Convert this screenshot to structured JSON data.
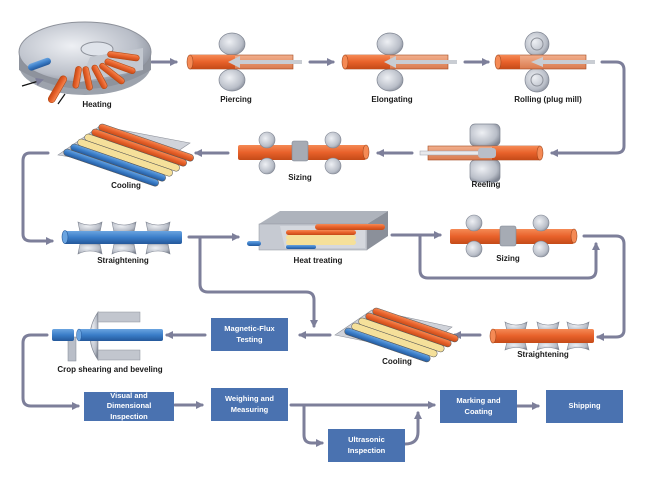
{
  "title": "Seamless steel pipe production process",
  "colors": {
    "pipe_hot": "#e8612a",
    "pipe_cool": "#3a7dc8",
    "pipe_warm": "#f2d27a",
    "roller": "#b9bec8",
    "arrow": "#7d7f9a",
    "box": "#4a72b0",
    "box_text": "#ffffff"
  },
  "stages": {
    "heating": "Heating",
    "piercing": "Piercing",
    "elongating": "Elongating",
    "rolling": "Rolling (plug mill)",
    "reeling": "Reeling",
    "sizing_1": "Sizing",
    "cooling_1": "Cooling",
    "straightening_1": "Straightening",
    "heat_treating": "Heat treating",
    "sizing_2": "Sizing",
    "straightening_2": "Straightening",
    "cooling_2": "Cooling",
    "crop_shearing": "Crop shearing and beveling"
  },
  "boxes": {
    "magnetic_flux": [
      "Magnetic-Flux",
      "Testing"
    ],
    "visual_inspection": [
      "Visual and",
      "Dimensional Inspection"
    ],
    "weighing": [
      "Weighing and",
      "Measuring"
    ],
    "ultrasonic": [
      "Ultrasonic",
      "Inspection"
    ],
    "marking": [
      "Marking and",
      "Coating"
    ],
    "shipping": [
      "Shipping"
    ]
  },
  "flow": [
    [
      "Heating",
      "Piercing"
    ],
    [
      "Piercing",
      "Elongating"
    ],
    [
      "Elongating",
      "Rolling (plug mill)"
    ],
    [
      "Rolling (plug mill)",
      "Reeling"
    ],
    [
      "Reeling",
      "Sizing"
    ],
    [
      "Sizing",
      "Cooling"
    ],
    [
      "Cooling",
      "Straightening"
    ],
    [
      "Straightening",
      "Heat treating"
    ],
    [
      "Straightening",
      "Magnetic-Flux Testing"
    ],
    [
      "Heat treating",
      "Sizing"
    ],
    [
      "Heat treating",
      "Straightening"
    ],
    [
      "Sizing",
      "Straightening"
    ],
    [
      "Straightening",
      "Cooling"
    ],
    [
      "Cooling",
      "Magnetic-Flux Testing"
    ],
    [
      "Magnetic-Flux Testing",
      "Crop shearing and beveling"
    ],
    [
      "Crop shearing and beveling",
      "Visual and Dimensional Inspection"
    ],
    [
      "Visual and Dimensional Inspection",
      "Weighing and Measuring"
    ],
    [
      "Weighing and Measuring",
      "Marking and Coating"
    ],
    [
      "Weighing and Measuring",
      "Ultrasonic Inspection"
    ],
    [
      "Ultrasonic Inspection",
      "Marking and Coating"
    ],
    [
      "Marking and Coating",
      "Shipping"
    ]
  ]
}
